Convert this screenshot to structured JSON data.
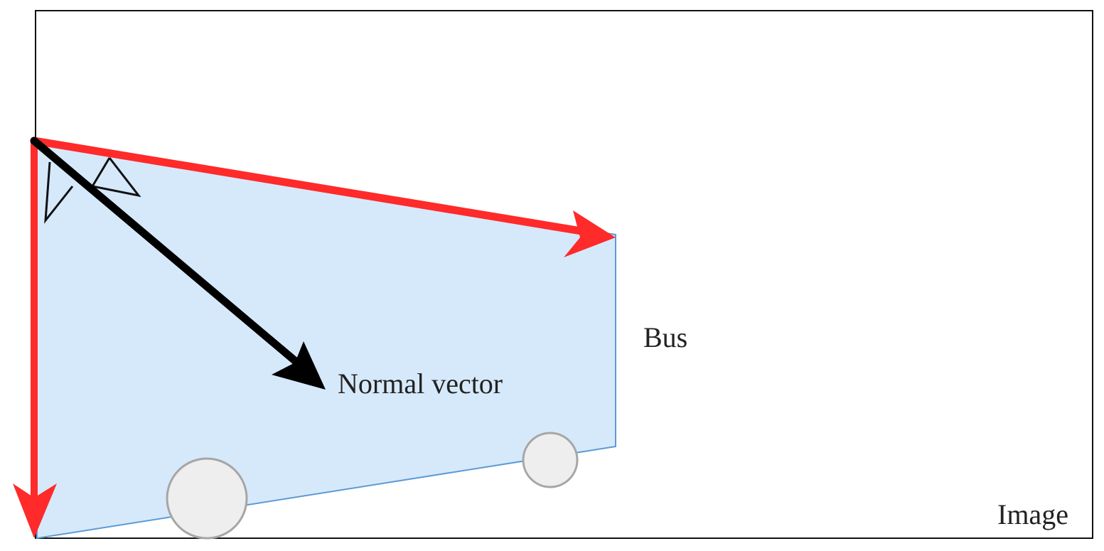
{
  "labels": {
    "bus": "Bus",
    "normal_vector": "Normal vector",
    "image": "Image"
  },
  "colors": {
    "frame": "#111111",
    "bus_fill": "#d6e9fb",
    "bus_edge": "#5b9bd5",
    "axis_arrow": "#ff2a2a",
    "normal_arrow": "#000000",
    "wheel_fill": "#eeeeee",
    "wheel_edge": "#a6a6a6"
  }
}
